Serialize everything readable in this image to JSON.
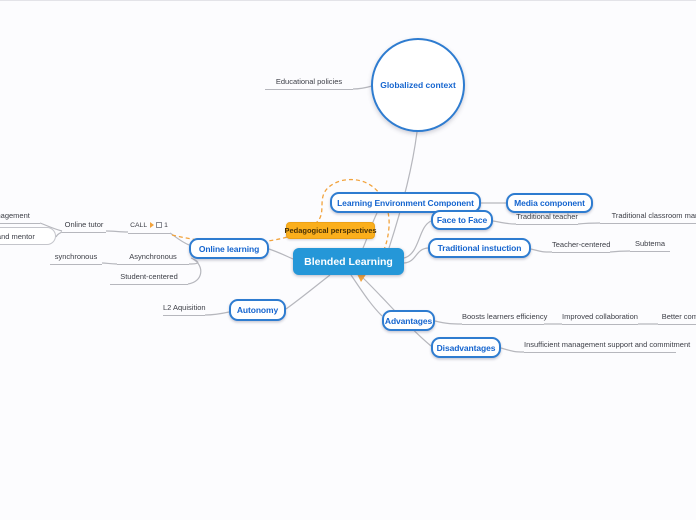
{
  "app": {
    "type": "mind-map-editor"
  },
  "mindmap": {
    "central": {
      "label": "Blended Learning"
    },
    "ellipse_topic": {
      "label": "Globalized context"
    },
    "floating_topic": {
      "label": "Pedagogical perspectives"
    },
    "topics": {
      "learning_env": {
        "label": "Learning Environment Component"
      },
      "media": {
        "label": "Media component"
      },
      "face": {
        "label": "Face to Face"
      },
      "traditional": {
        "label": "Traditional instuction"
      },
      "online": {
        "label": "Online learning"
      },
      "autonomy": {
        "label": "Autonomy"
      },
      "advantages": {
        "label": "Advantages"
      },
      "disadvantages": {
        "label": "Disadvantages"
      }
    },
    "leaves": {
      "educational_policies": {
        "label": "Educational policies"
      },
      "classroom_mgmt": {
        "label": "Classroom management"
      },
      "coach": {
        "label": "Coach and mentor"
      },
      "online_tutor": {
        "label": "Online tutor"
      },
      "call": {
        "label": "CALL",
        "task_count": "1"
      },
      "synchronous": {
        "label": "synchronous"
      },
      "asynchronous": {
        "label": "Asynchronous"
      },
      "student_centered": {
        "label": "Student-centered"
      },
      "l2": {
        "label": "L2 Aquisition"
      },
      "trad_teacher": {
        "label": "Traditional teacher"
      },
      "trad_classroom": {
        "label": "Traditional classroom management"
      },
      "teacher_centered": {
        "label": "Teacher-centered"
      },
      "subtema": {
        "label": "Subtema"
      },
      "boosts": {
        "label": "Boosts learners efficiency"
      },
      "improved": {
        "label": "Improved collaboration"
      },
      "better": {
        "label": "Better communication"
      },
      "insufficient": {
        "label": "Insufficient management support and commitment"
      }
    },
    "colors": {
      "central_fill": "#2597d8",
      "topic_border": "#2e7cd0",
      "topic_text": "#1565cf",
      "floating_fill": "#fbaf1c",
      "branch_line": "#b6b7bd",
      "relationship": "#f2a33c",
      "background": "#fcfcfe"
    }
  }
}
